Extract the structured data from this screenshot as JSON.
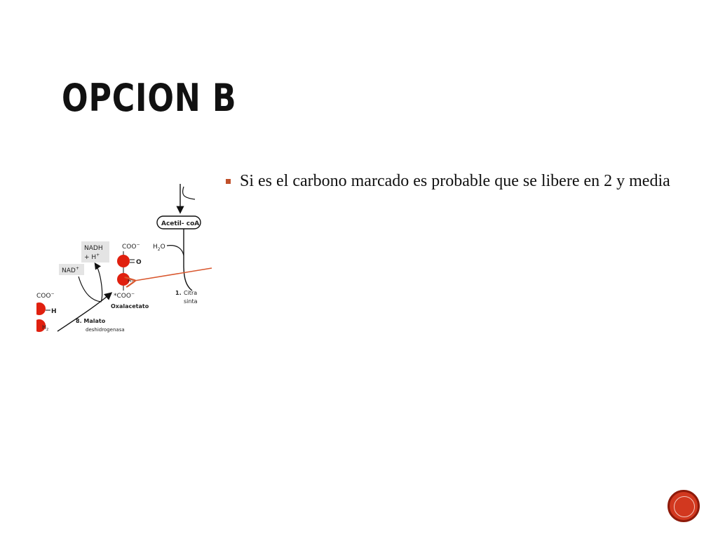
{
  "slide": {
    "title": "OPCION B",
    "bullets": [
      "Si es el carbono marcado es probable que se libere en 2 y media"
    ]
  },
  "figure": {
    "acetyl_label": "Acetil- coA",
    "h2o_label": "H",
    "h2o_sub": "2",
    "h2o_end": "O",
    "nadh_line1": "NADH",
    "nadh_line2": "+ H",
    "nadh_sup": "+",
    "nad_label": "NAD",
    "nad_sup": "+",
    "coo_top": "COO",
    "coo_top_sup": "−",
    "o_label": "O",
    "h_label": "H",
    "h_sub": "2",
    "coo_bottom": "*COO",
    "coo_bottom_sup": "−",
    "oxaloacetate_label": "Oxalacetato",
    "left_coo": "COO",
    "left_coo_sup": "−",
    "left_h": "H",
    "left_h2": "H",
    "left_h2_sub": "2",
    "step8_label": "8. Malato",
    "step8_sub": "deshidrogenasa",
    "step1_num": "1.",
    "step1_line1": "Citra",
    "step1_line2": "sinta"
  },
  "colors": {
    "accent": "#d2381f",
    "bullet": "#c0502a",
    "arrow": "#d9572e",
    "atom": "#e0200f"
  },
  "icons": {
    "nav": "circle-nav-icon"
  }
}
